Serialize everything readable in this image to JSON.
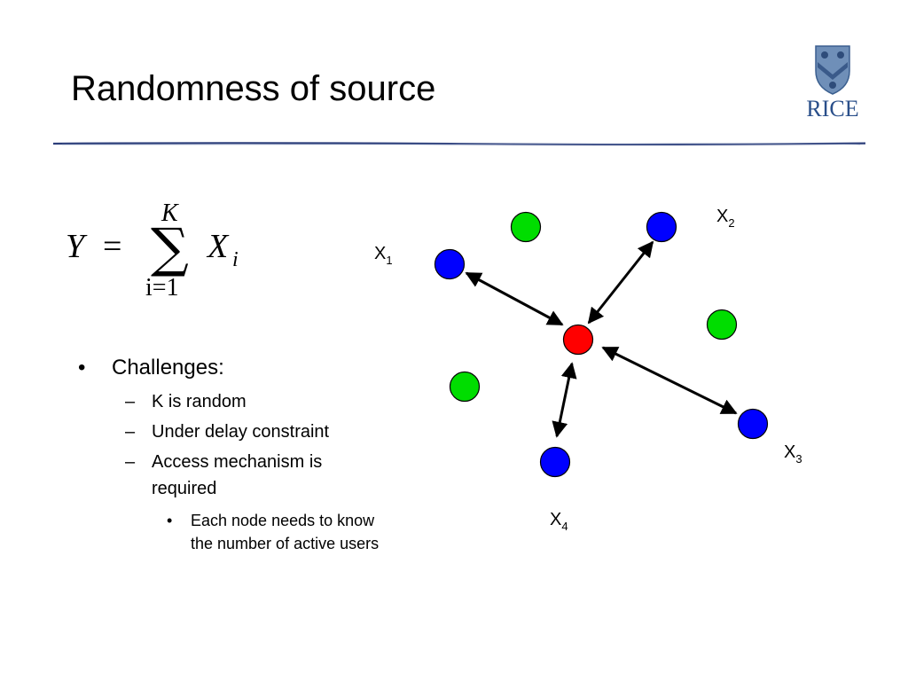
{
  "slide": {
    "title": "Randomness of source",
    "logo_text": "RICE"
  },
  "formula": {
    "lhs": "Y",
    "equals": "=",
    "sum_symbol": "∑",
    "upper": "K",
    "lower": "i=1",
    "term": "X",
    "term_sub": "i"
  },
  "bullets": {
    "challenges": "Challenges:",
    "k_random": "K is random",
    "delay": "Under delay constraint",
    "access": "Access mechanism is required",
    "each_node": "Each node needs to know the number of active users"
  },
  "diagram": {
    "labels": {
      "x1": {
        "text": "X",
        "sub": "1"
      },
      "x2": {
        "text": "X",
        "sub": "2"
      },
      "x3": {
        "text": "X",
        "sub": "3"
      },
      "x4": {
        "text": "X",
        "sub": "4"
      }
    },
    "colors": {
      "center": "#ff0000",
      "active": "#0000ff",
      "idle": "#00dd00"
    }
  }
}
